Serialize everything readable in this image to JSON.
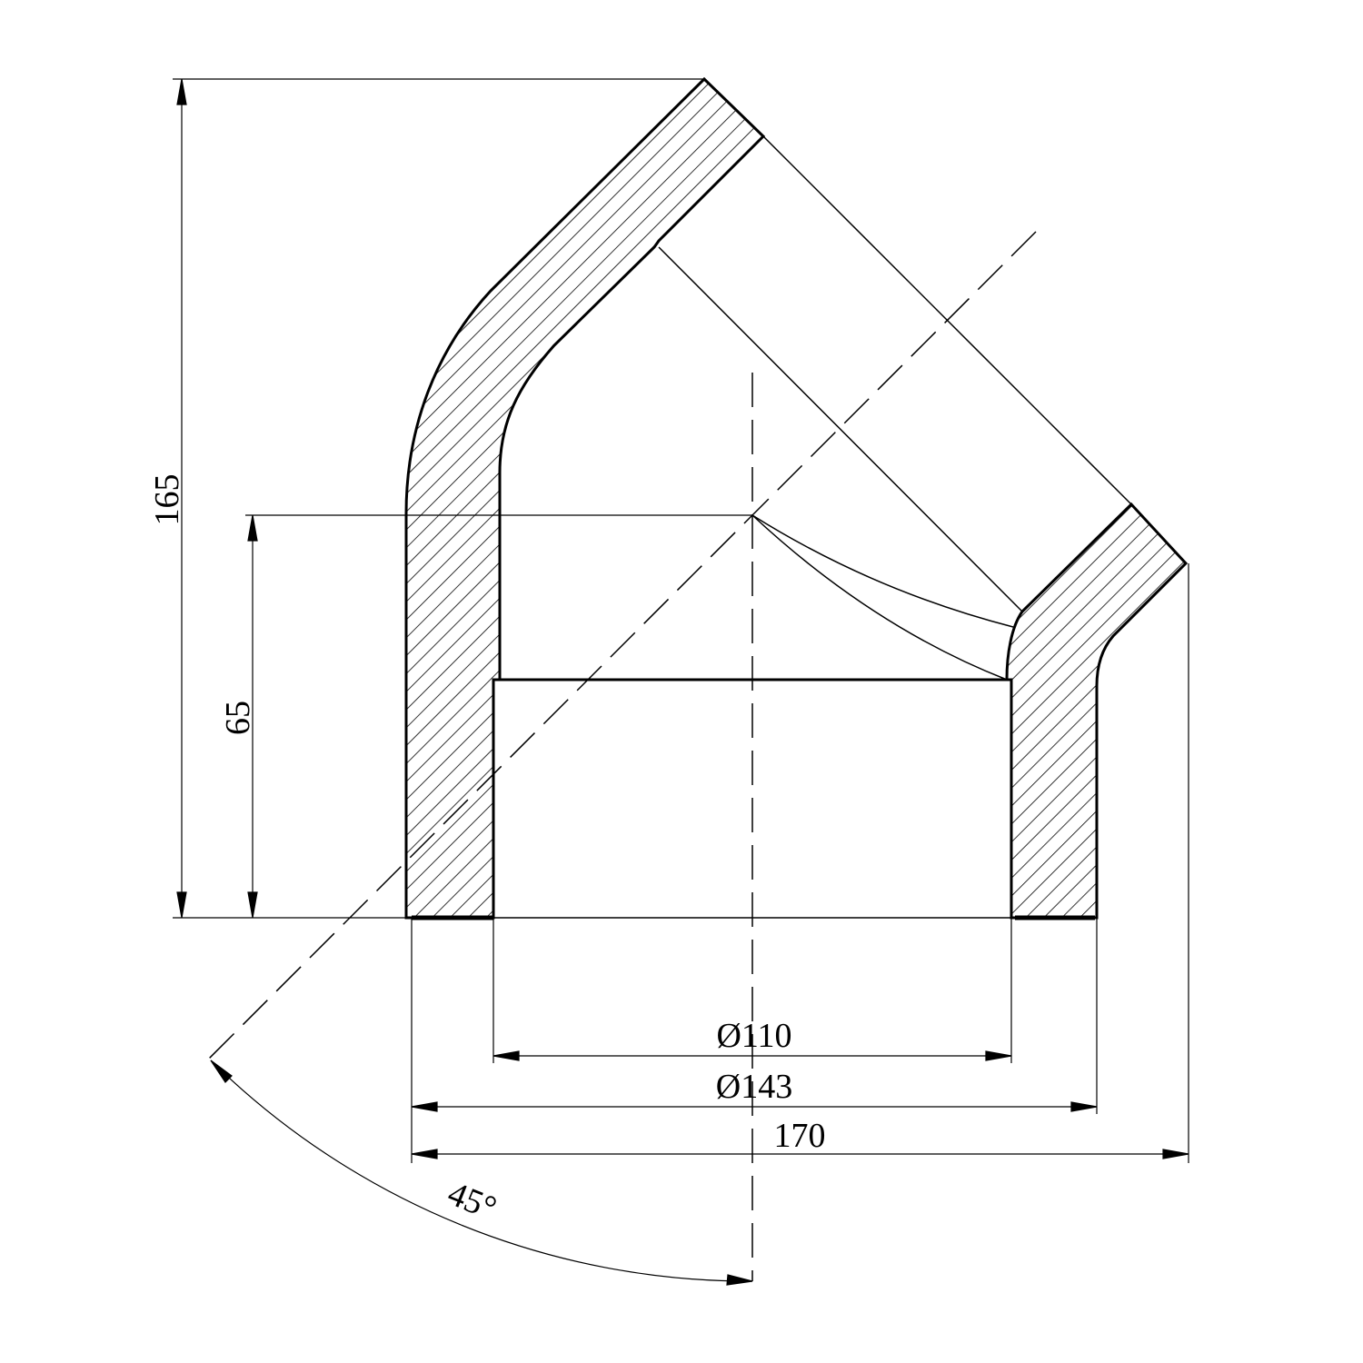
{
  "drawing": {
    "title": "45° elbow fitting cross-section",
    "dimensions": {
      "overall_height": "165",
      "socket_depth": "65",
      "inner_diameter": "Ø110",
      "outer_diameter": "Ø143",
      "overall_width": "170",
      "angle": "45°"
    },
    "colors": {
      "line": "#000000",
      "background": "#ffffff"
    }
  }
}
